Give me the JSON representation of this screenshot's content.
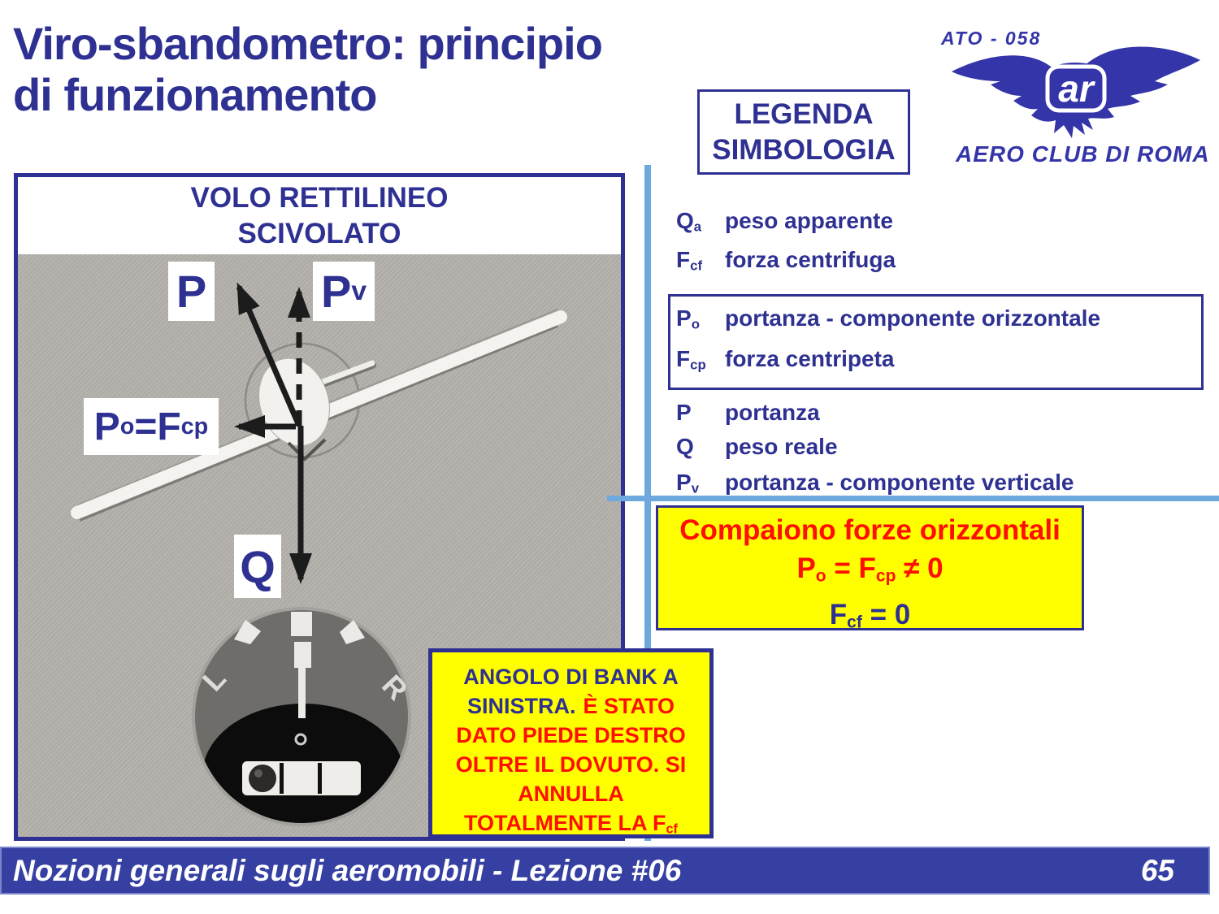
{
  "title": {
    "line1": "Viro-sbandometro: principio",
    "line2": "di funzionamento"
  },
  "logo": {
    "ato": "ATO - 058",
    "monogram": "ar",
    "club": "AERO CLUB DI ROMA"
  },
  "legend": {
    "heading_line1": "LEGENDA",
    "heading_line2": "SIMBOLOGIA",
    "items_top": [
      {
        "sym": "Q",
        "sub": "a",
        "desc": "peso apparente"
      },
      {
        "sym": "F",
        "sub": "cf",
        "desc": "forza centrifuga"
      }
    ],
    "items_boxed": [
      {
        "sym": "P",
        "sub": "o",
        "desc": "portanza - componente orizzontale"
      },
      {
        "sym": "F",
        "sub": "cp",
        "desc": "forza centripeta"
      }
    ],
    "items_plain": [
      {
        "sym": "P",
        "sub": "",
        "desc": "portanza"
      },
      {
        "sym": "Q",
        "sub": "",
        "desc": "peso reale"
      },
      {
        "sym": "P",
        "sub": "v",
        "desc": "portanza - componente verticale"
      }
    ]
  },
  "panel": {
    "heading_line1": "VOLO RETTILINEO",
    "heading_line2": "SCIVOLATO"
  },
  "diagram": {
    "label_p": "P",
    "label_pv_main": "P",
    "label_pv_sub": "v",
    "label_po_main": "P",
    "label_po_sub": "o",
    "label_po_mid": "=F",
    "label_po_sub2": "cp",
    "label_q": "Q",
    "instrument": {
      "l": "L",
      "r": "R"
    }
  },
  "note_box": {
    "line1": "Compaiono forze orizzontali",
    "eq1": {
      "p": "P",
      "p_sub": "o",
      "mid": " = F",
      "f_sub": "cp",
      "end": " ≠ 0"
    },
    "eq2": {
      "f": "F",
      "f_sub": "cf",
      "end": " = 0"
    }
  },
  "bank_box": {
    "l1": "ANGOLO DI BANK A",
    "l2_blue": "SINISTRA.",
    "l2_red": "È STATO",
    "l3": "DATO PIEDE DESTRO",
    "l4": "OLTRE IL DOVUTO. SI",
    "l5": "ANNULLA",
    "l6": "TOTALMENTE LA F",
    "l6_sub": "cf"
  },
  "footer": {
    "lesson": "Nozioni generali sugli aeromobili - Lezione #06",
    "page": "65"
  },
  "colors": {
    "dark_blue": "#2e3192",
    "logo_blue": "#3435a8",
    "footer_blue": "#3540a2",
    "light_blue": "#6fa8dc",
    "red": "#ff0f00",
    "yellow": "#ffff00"
  }
}
